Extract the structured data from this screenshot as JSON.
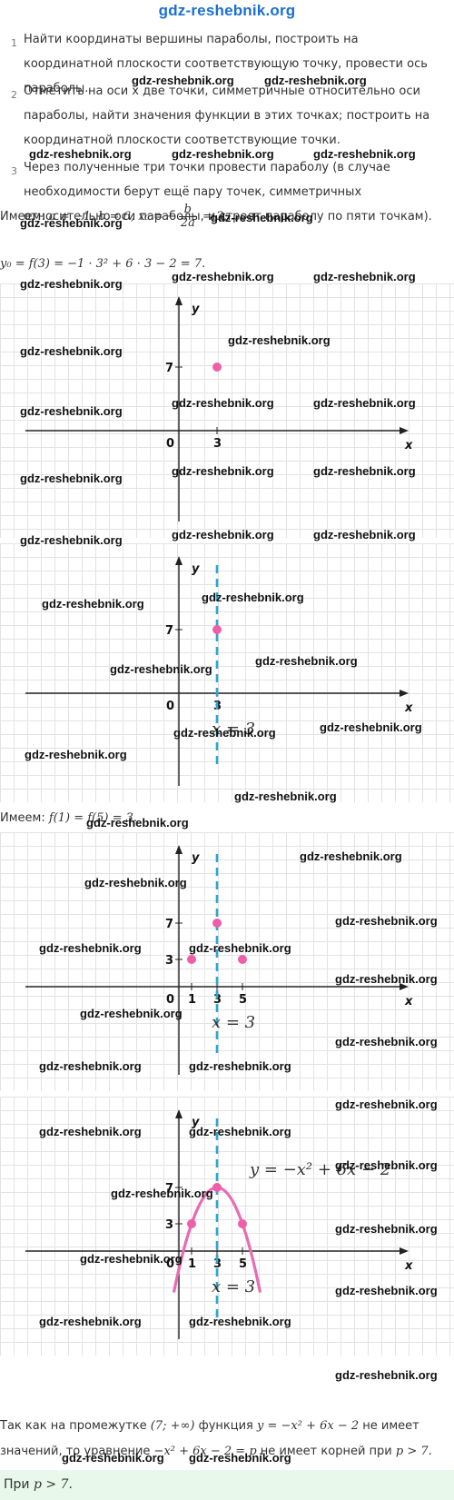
{
  "header": {
    "site_title": "gdz-reshebnik.org"
  },
  "steps": [
    {
      "num": "1",
      "text": "Найти координаты вершины параболы, построить на координатной плоскости соответствующую точку, провести ось параболы."
    },
    {
      "num": "2",
      "text": "Отметить на оси x две точки, симметричные относительно оси параболы, найти значения функции в этих точках; построить на координатной плоскости соответствующие точки."
    },
    {
      "num": "3",
      "text": "Через полученные три точки провести параболу (в случае необходимости берут ещё пару точек, симметричных относительно оси параболы, и строят параболу по пяти точкам)."
    }
  ],
  "formulas": {
    "f1_prefix": "Имеем:",
    "f1_expr": "a = −1, b = 6, x₀ = −",
    "f1_num": "b",
    "f1_den": "2a",
    "f1_tail": "= 3;",
    "f2_expr": "y₀ = f(3) = −1 · 3² + 6 · 3 − 2 = 7.",
    "f3_prefix": "Имеем:",
    "f3_expr": "f(1) = f(5) = 3."
  },
  "graph_labels": {
    "x_axis": "x",
    "y_axis": "y",
    "origin": "0",
    "tick_x_1": "1",
    "tick_x_3": "3",
    "tick_x_5": "5",
    "tick_y_3": "3",
    "tick_y_7": "7",
    "axis_eq": "x = 3",
    "curve_eq": "y = −x² + 6x − 2"
  },
  "graphs": [
    {
      "id": "vertex",
      "points": [
        [
          3,
          7
        ]
      ],
      "axis_line": false,
      "curve": false
    },
    {
      "id": "axis",
      "points": [
        [
          3,
          7
        ]
      ],
      "axis_line": true,
      "curve": false
    },
    {
      "id": "symmetric",
      "points": [
        [
          3,
          7
        ],
        [
          1,
          3
        ],
        [
          5,
          3
        ]
      ],
      "axis_line": true,
      "curve": false
    },
    {
      "id": "parabola",
      "points": [
        [
          3,
          7
        ],
        [
          1,
          3
        ],
        [
          5,
          3
        ]
      ],
      "axis_line": true,
      "curve": true
    }
  ],
  "colors": {
    "point": "#ee5fa7",
    "axis_line": "#2aa6d3",
    "curve": "#e86bb6",
    "answer_bg": "#e8f8ea",
    "title": "#1a6fd0"
  },
  "conclusion": {
    "line1_a": "Так как на промежутке",
    "line1_interval": "(7; +∞)",
    "line1_b": "функция",
    "line1_func": "y = −x² + 6x − 2",
    "line1_c": "не имеет",
    "line2_a": "значений, то уравнение",
    "line2_eq": "−x² + 6x − 2 = p",
    "line2_b": "не имеет корней при",
    "line2_cond": "p > 7."
  },
  "answer": {
    "prefix": "При",
    "cond": "p > 7."
  },
  "watermark": "gdz-reshebnik.org"
}
